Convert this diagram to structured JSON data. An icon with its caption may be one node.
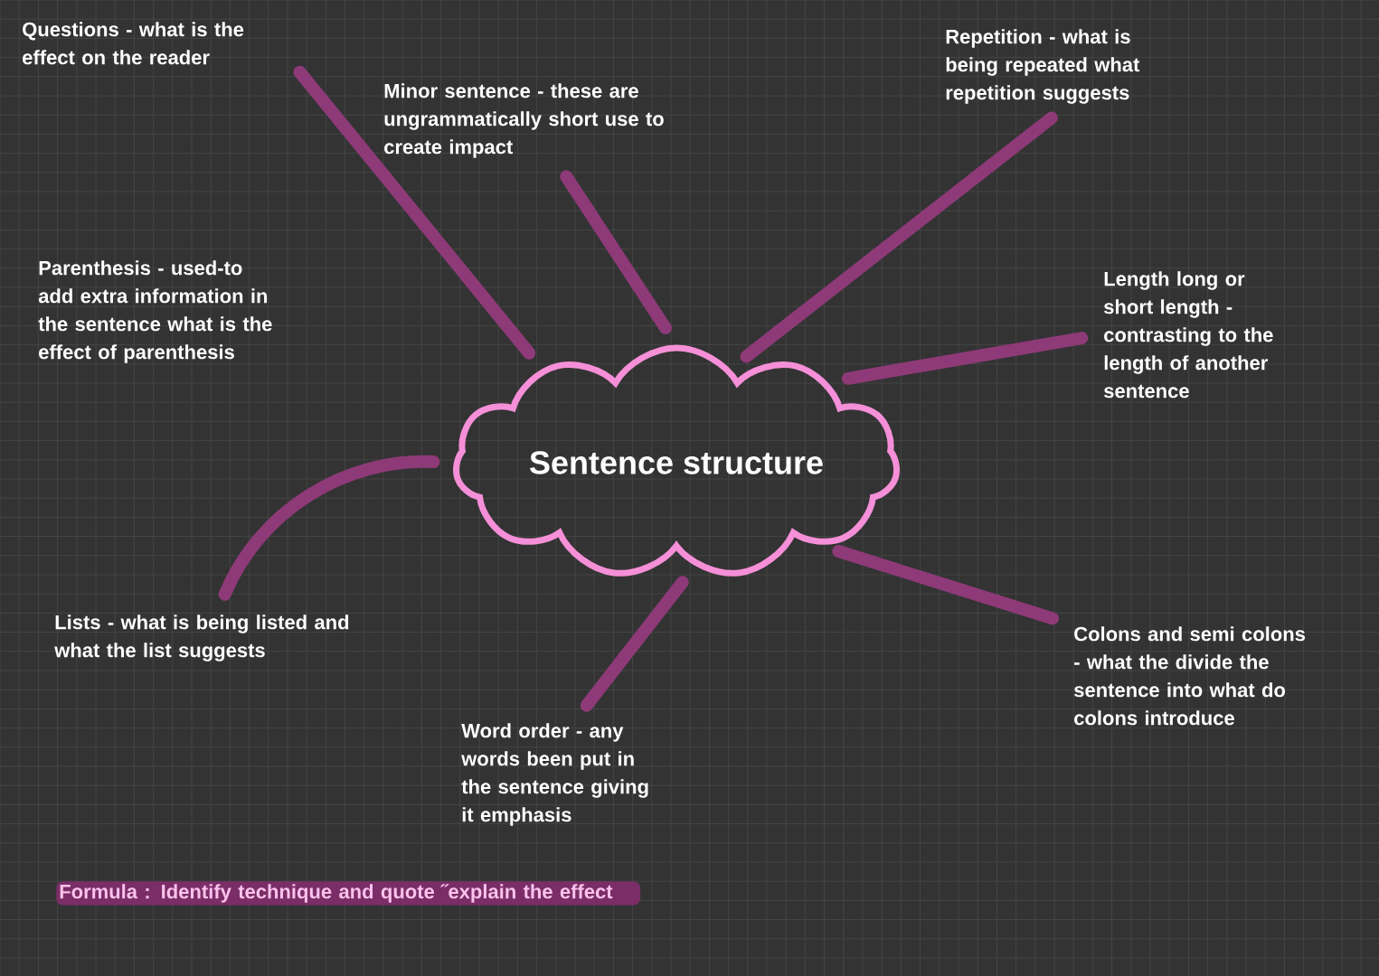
{
  "diagram": {
    "nodes": [
      {
        "text": [
          "Sentence structure"
        ]
      },
      {
        "text": [
          "Questions - what is the effect on the reader"
        ]
      },
      {
        "text": [
          "Minor sentence - these are ungrammatically short use to create impact"
        ]
      },
      {
        "text": [
          "Repetition - what is being repeated what repetition suggests"
        ]
      },
      {
        "text": [
          "Parenthesis - used-to add extra information in the sentence what is the effect of parenthesis"
        ]
      },
      {
        "text": [
          "Length long or short length - contrasting to the length of another sentence"
        ]
      },
      {
        "text": [
          "Lists - what is being listed and what the list suggests"
        ]
      },
      {
        "text": [
          "Word order - any words been put in the sentence giving it emphasis"
        ]
      },
      {
        "text": [
          "Colons and semi colons - what the divide the sentence into what do colons introduce"
        ]
      }
    ],
    "edges": [
      {
        "from": 0,
        "to": 1,
        "arrow": "none"
      },
      {
        "from": 0,
        "to": 2,
        "arrow": "none"
      },
      {
        "from": 0,
        "to": 3,
        "arrow": "none"
      },
      {
        "from": 0,
        "to": 5,
        "arrow": "none"
      },
      {
        "from": 0,
        "to": 6,
        "arrow": "none"
      },
      {
        "from": 0,
        "to": 7,
        "arrow": "none"
      },
      {
        "from": 0,
        "to": 8,
        "arrow": "none"
      }
    ],
    "labels": [
      "Formula : Identify technique and quote ˝explain the effect"
    ]
  }
}
